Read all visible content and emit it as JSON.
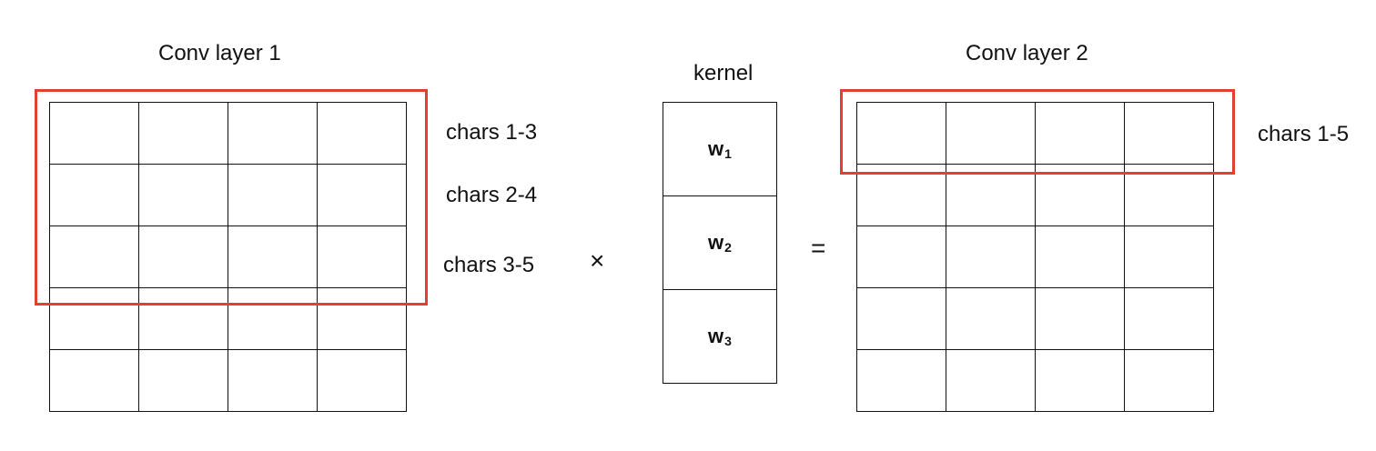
{
  "left": {
    "title": "Conv layer 1",
    "row_labels": [
      "chars 1-3",
      "chars 2-4",
      "chars 3-5"
    ]
  },
  "kernel": {
    "title": "kernel",
    "weights": [
      {
        "base": "w",
        "sub": "1"
      },
      {
        "base": "w",
        "sub": "2"
      },
      {
        "base": "w",
        "sub": "3"
      }
    ]
  },
  "operators": {
    "multiply": "×",
    "equals": "="
  },
  "right": {
    "title": "Conv layer 2",
    "row_labels": [
      "chars 1-5"
    ]
  },
  "colors": {
    "highlight": "#e0402f",
    "grid_line": "#111111"
  }
}
